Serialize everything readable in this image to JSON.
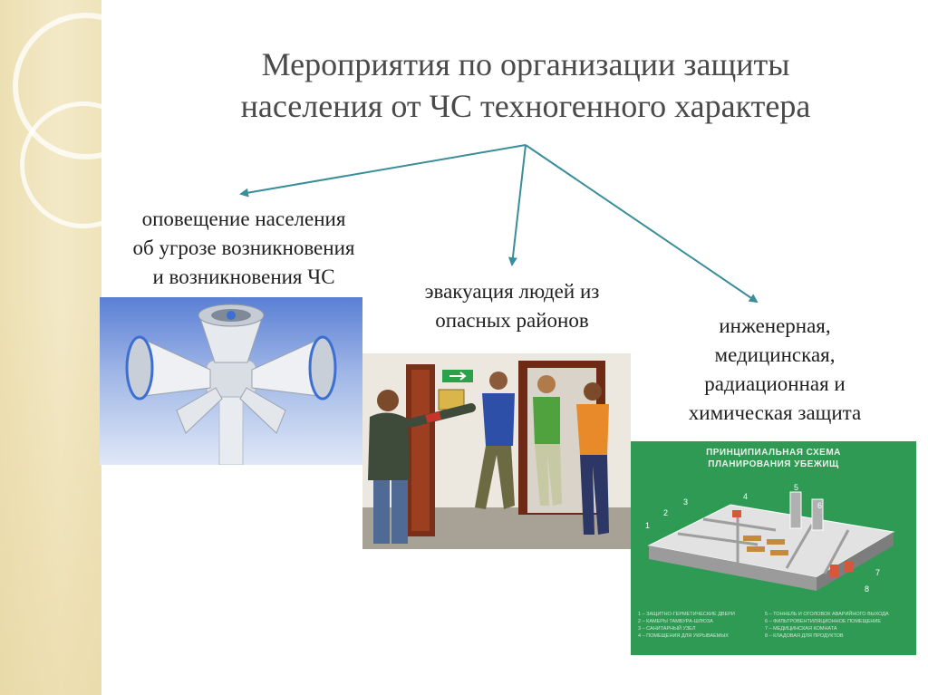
{
  "title": {
    "line1": "Мероприятия по организации защиты",
    "line2": "населения от ЧС техногенного характера"
  },
  "branches": [
    {
      "lines": [
        "оповещение населения",
        "об угрозе возникновения",
        "и возникновения ЧС"
      ]
    },
    {
      "lines": [
        "эвакуация людей из",
        "опасных районов"
      ]
    },
    {
      "lines": [
        "инженерная,",
        "медицинская,",
        "радиационная и",
        "химическая защита"
      ]
    }
  ],
  "shelter_scheme": {
    "title": "ПРИНЦИПИАЛЬНАЯ СХЕМА\nПЛАНИРОВАНИЯ УБЕЖИЩ",
    "numbers": [
      "1",
      "2",
      "3",
      "4",
      "5",
      "6",
      "7",
      "8"
    ],
    "legend_left": [
      "1 – ЗАЩИТНО-ГЕРМЕТИЧЕСКИЕ ДВЕРИ",
      "2 – КАМЕРЫ ТАМБУРА-ШЛЮЗА",
      "3 – САНИТАРНЫЙ УЗЕЛ",
      "4 – ПОМЕЩЕНИЯ ДЛЯ УКРЫВАЕМЫХ"
    ],
    "legend_right": [
      "5 – ТОННЕЛЬ И ОГОЛОВОК АВАРИЙНОГО ВЫХОДА",
      "6 – ФИЛЬТРОВЕНТИЛЯЦИОННОЕ ПОМЕЩЕНИЕ",
      "7 – МЕДИЦИНСКАЯ КОМНАТА",
      "8 – КЛАДОВАЯ ДЛЯ ПРОДУКТОВ"
    ]
  },
  "colors": {
    "arrow": "#3a8e9a",
    "title_text": "#4a4a4a",
    "scheme_bg": "#2f9a54"
  }
}
